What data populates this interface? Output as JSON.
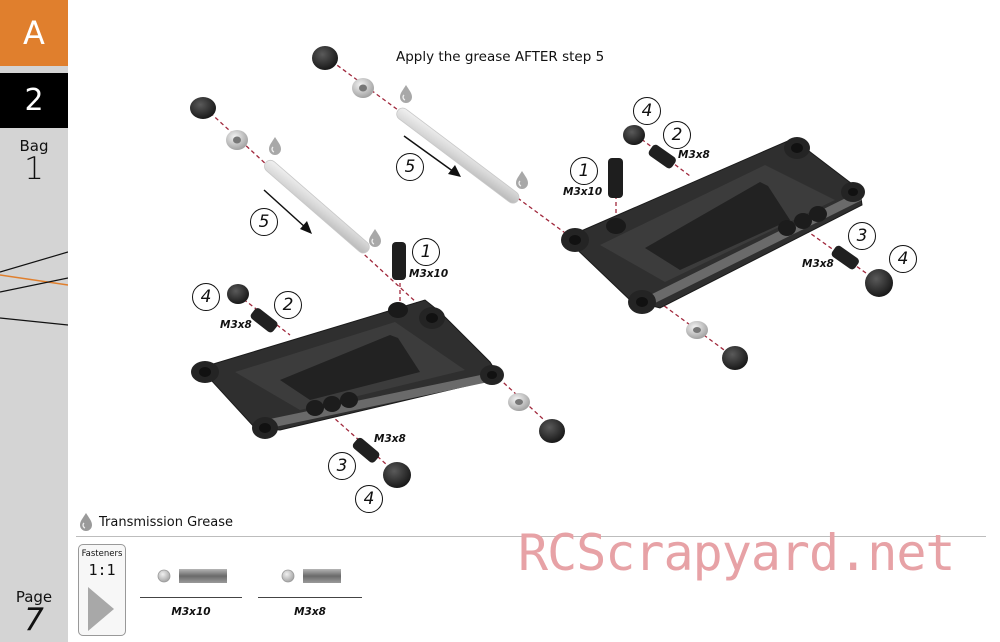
{
  "sidebar": {
    "section": "A",
    "step": "2",
    "bag_label": "Bag",
    "bag_number": "1",
    "page_label": "Page",
    "page_number": "7"
  },
  "diagram": {
    "note": "Apply the grease AFTER step 5",
    "callouts": {
      "c1a": "1",
      "c2a": "2",
      "c3a": "3",
      "c4a": "4",
      "c4b": "4",
      "c5a": "5",
      "c1b": "1",
      "c2b": "2",
      "c3b": "3",
      "c4c": "4",
      "c4d": "4",
      "c5b": "5"
    },
    "size_labels": {
      "s1a": "M3x10",
      "s2a": "M3x8",
      "s3a": "M3x8",
      "s1b": "M3x10",
      "s2b": "M3x8",
      "s3b": "M3x8"
    }
  },
  "legend": {
    "grease_text": "Transmission Grease",
    "grease_icon": "grease-drop-icon"
  },
  "fasteners": {
    "title": "Fasteners",
    "scale": "1:1",
    "items": [
      {
        "label": "M3x10",
        "icon": "set-screw-icon"
      },
      {
        "label": "M3x8",
        "icon": "set-screw-icon"
      }
    ]
  },
  "watermark": "RCScrapyard.net",
  "colors": {
    "section_tab": "#e07f2d",
    "sidebar": "#d4d4d4",
    "guide_line": "#a0283c",
    "part": "#2f2f2f",
    "watermark": "#e7a2a6"
  }
}
